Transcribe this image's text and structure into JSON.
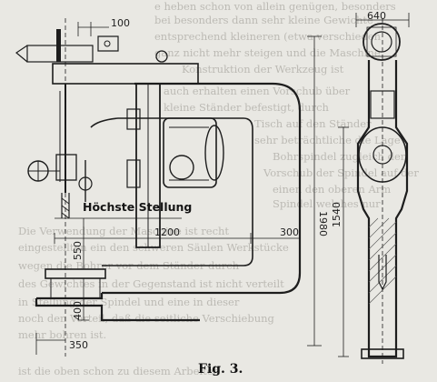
{
  "figure": {
    "caption": "Fig. 3.",
    "label_highest_position": "Höchste Stellung",
    "dimensions": {
      "d100": "100",
      "d640": "640",
      "d1980": "1980",
      "d1540": "1540",
      "d1200": "1200",
      "d300": "300",
      "d550": "550",
      "d400": "400",
      "d350": "350"
    }
  }
}
